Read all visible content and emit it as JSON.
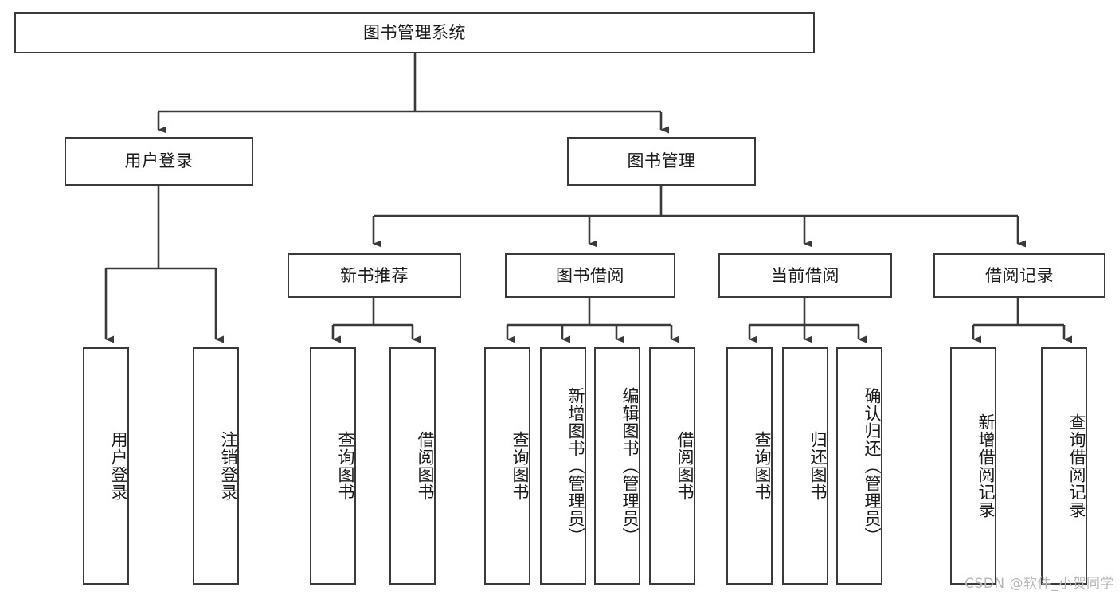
{
  "diagram": {
    "type": "tree",
    "title": "图书管理系统",
    "background_color": "#ffffff",
    "line_color": "#3a3a3a",
    "text_color": "#1a1a1a",
    "root": {
      "label": "图书管理系统"
    },
    "level2": [
      {
        "label": "用户登录"
      },
      {
        "label": "图书管理"
      }
    ],
    "level3": [
      {
        "label": "新书推荐"
      },
      {
        "label": "图书借阅"
      },
      {
        "label": "当前借阅"
      },
      {
        "label": "借阅记录"
      }
    ],
    "leaves": [
      {
        "label": "用户登录",
        "parent": "用户登录"
      },
      {
        "label": "注销登录",
        "parent": "用户登录"
      },
      {
        "label": "查询图书",
        "parent": "新书推荐"
      },
      {
        "label": "借阅图书",
        "parent": "新书推荐"
      },
      {
        "label": "查询图书",
        "parent": "图书借阅"
      },
      {
        "label": "新增图书（管理员）",
        "parent": "图书借阅"
      },
      {
        "label": "编辑图书（管理员）",
        "parent": "图书借阅"
      },
      {
        "label": "借阅图书",
        "parent": "图书借阅"
      },
      {
        "label": "查询图书",
        "parent": "当前借阅"
      },
      {
        "label": "归还图书",
        "parent": "当前借阅"
      },
      {
        "label": "确认归还（管理员）",
        "parent": "当前借阅"
      },
      {
        "label": "新增借阅记录",
        "parent": "借阅记录"
      },
      {
        "label": "查询借阅记录",
        "parent": "借阅记录"
      }
    ]
  },
  "watermark": {
    "text": "CSDN @软件_小贺同学"
  }
}
